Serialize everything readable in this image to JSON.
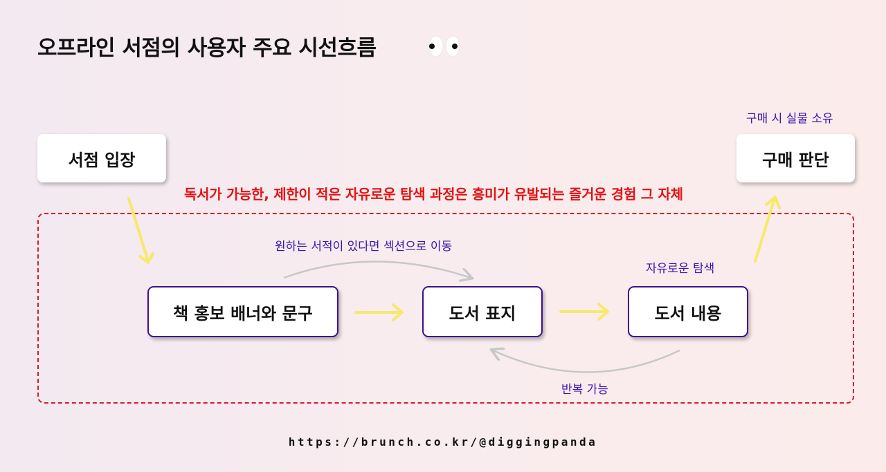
{
  "title": "오프라인 서점의 사용자 주요 시선흐름",
  "boxes": {
    "entry": "서점 입장",
    "purchase": "구매 판단",
    "banner": "책 홍보 배너와 문구",
    "cover": "도서 표지",
    "content": "도서 내용"
  },
  "labels": {
    "purchase_note": "구매 시 실물 소유",
    "core_message": "독서가 가능한, 제한이 적은 자유로운 탐색 과정은 흥미가 유발되는 즐거운 경험 그 자체",
    "section_move": "원하는 서적이 있다면 섹션으로 이동",
    "free_explore": "자유로운 탐색",
    "repeat": "반복 가능"
  },
  "footer": "https://brunch.co.kr/@diggingpanda",
  "colors": {
    "arrow_yellow": "#f7e96a",
    "label_purple": "#3a14b0",
    "label_red": "#e31313",
    "dashed_border": "#d8192b",
    "box_border": "#3d0f8f"
  }
}
